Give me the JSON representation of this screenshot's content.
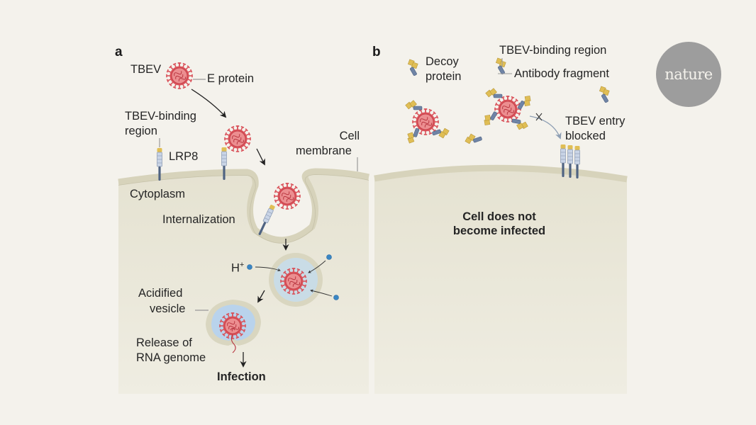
{
  "logo": {
    "text": "nature"
  },
  "panel_a": {
    "letter": "a",
    "labels": {
      "tbev": "TBEV",
      "e_protein": "E protein",
      "tbev_binding_line1": "TBEV-binding",
      "tbev_binding_line2": "region",
      "lrp8": "LRP8",
      "cell_membrane_line1": "Cell",
      "cell_membrane_line2": "membrane",
      "cytoplasm": "Cytoplasm",
      "internalization": "Internalization",
      "h_plus": "H",
      "h_plus_sup": "+",
      "acidified_line1": "Acidified",
      "acidified_line2": "vesicle",
      "release_line1": "Release of",
      "release_line2": "RNA genome",
      "infection": "Infection"
    }
  },
  "panel_b": {
    "letter": "b",
    "labels": {
      "decoy_line1": "Decoy",
      "decoy_line2": "protein",
      "tbev_binding_region": "TBEV-binding region",
      "antibody_fragment": "Antibody fragment",
      "entry_line1": "TBEV entry",
      "entry_line2": "blocked",
      "outcome_line1": "Cell does not",
      "outcome_line2": "become infected"
    }
  },
  "colors": {
    "background": "#f4f2ec",
    "cytoplasm": "#e6e3d3",
    "membrane": "#d9d6c0",
    "virus": "#d9525a",
    "virus_core": "#ec8e90",
    "vesicle_fluid": "#bcd6e6",
    "proton": "#3a86c4",
    "receptor_gold": "#e0be55",
    "receptor_blue": "#4f6382",
    "logo": "#9d9d9d"
  }
}
